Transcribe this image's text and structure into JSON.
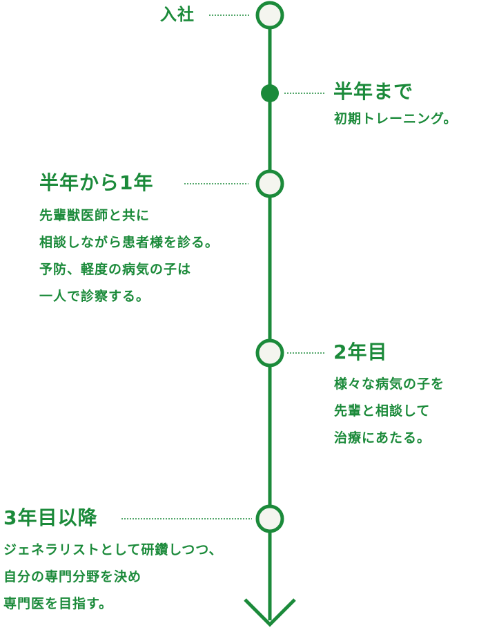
{
  "colors": {
    "accent": "#1b8a3a",
    "node_fill": "#f4f5ef"
  },
  "timeline": {
    "nodes": [
      {
        "id": "join",
        "title": "入社",
        "description_lines": [],
        "marker": "hollow-circle"
      },
      {
        "id": "half-year",
        "title": "半年まで",
        "description_lines": [
          "初期トレーニング。"
        ],
        "marker": "filled-dot"
      },
      {
        "id": "half-to-one",
        "title": "半年から1年",
        "description_lines": [
          "先輩獣医師と共に",
          "相談しながら患者様を診る。",
          "予防、軽度の病気の子は",
          "一人で診察する。"
        ],
        "marker": "hollow-circle"
      },
      {
        "id": "year-two",
        "title": "2年目",
        "description_lines": [
          "様々な病気の子を",
          "先輩と相談して",
          "治療にあたる。"
        ],
        "marker": "hollow-circle"
      },
      {
        "id": "year-three",
        "title": "3年目以降",
        "description_lines": [
          "ジェネラリストとして研鑽しつつ、",
          "自分の専門分野を決め",
          "専門医を目指す。"
        ],
        "marker": "hollow-circle"
      }
    ]
  }
}
